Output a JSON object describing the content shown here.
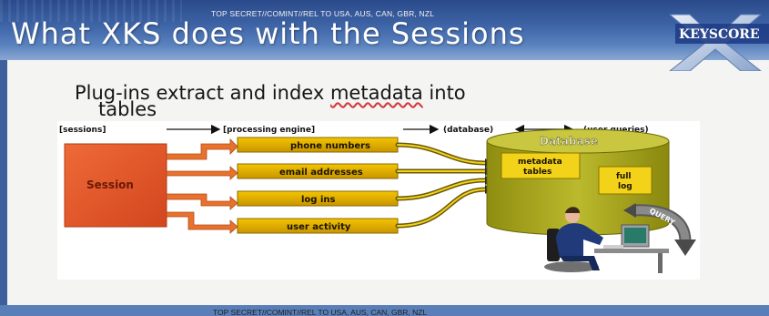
{
  "header": {
    "classification": "TOP SECRET//COMINT//REL TO USA, AUS, CAN, GBR, NZL",
    "title": "What XKS does with the Sessions",
    "logo_text": "KEYSCORE"
  },
  "subtitle": {
    "line1_prefix": "Plug-ins extract and index ",
    "line1_word": "metadata",
    "line1_suffix": " into",
    "line2": "tables"
  },
  "diagram": {
    "stage_labels": {
      "sessions": "[sessions]",
      "processing": "[processing engine]",
      "database": "(database)",
      "queries": "(user queries)"
    },
    "session_label": "Session",
    "plugins": [
      "phone numbers",
      "email addresses",
      "log ins",
      "user activity"
    ],
    "database": {
      "title": "Database",
      "metadata_label_1": "metadata",
      "metadata_label_2": "tables",
      "fulllog_label_1": "full",
      "fulllog_label_2": "log",
      "query_label": "QUERY"
    },
    "colors": {
      "session": "#e4562a",
      "plugin": "#d6a400",
      "connector": "#7a6a10",
      "database": "#a7a51a",
      "accent": "#f3d21a"
    }
  },
  "footer": {
    "classification": "TOP SECRET//COMINT//REL TO USA, AUS, CAN, GBR, NZL"
  }
}
